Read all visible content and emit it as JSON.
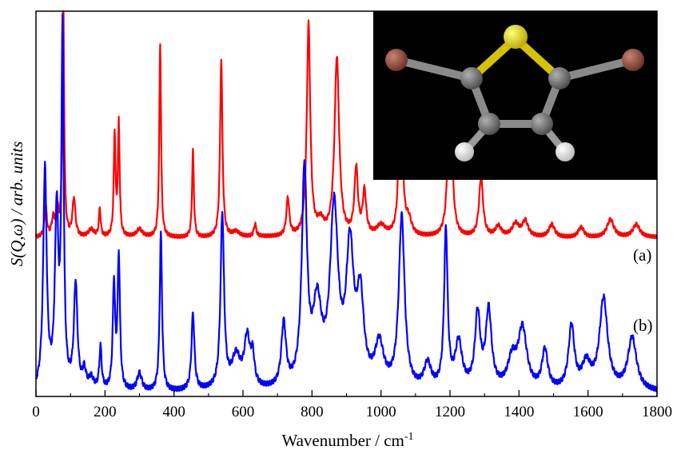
{
  "chart_data": {
    "type": "line",
    "xlabel": "Wavenumber / cm",
    "xlabel_superscript": "-1",
    "ylabel": "S(Q,ω) / arb. units",
    "xlim": [
      0,
      1800
    ],
    "xticks": [
      "0",
      "200",
      "400",
      "600",
      "800",
      "1000",
      "1200",
      "1400",
      "1600",
      "1800"
    ],
    "ylim": [
      0,
      1
    ],
    "yticks_shown": false,
    "grid": false,
    "inset": "molecular model: 2,5-dibromothiophene (S yellow, C grey, Br brown, H white) on black background, top-right",
    "colors": {
      "a": "#ff0000",
      "b": "#0000ff"
    },
    "series": [
      {
        "name": "(a)",
        "baseline": 0.27,
        "peaks": [
          [
            28,
            0.12,
            4
          ],
          [
            50,
            0.07,
            5
          ],
          [
            62,
            0.1,
            4
          ],
          [
            79,
            0.96,
            3
          ],
          [
            110,
            0.15,
            5
          ],
          [
            160,
            0.03,
            10
          ],
          [
            185,
            0.11,
            3
          ],
          [
            228,
            0.4,
            3
          ],
          [
            240,
            0.44,
            3
          ],
          [
            300,
            0.03,
            10
          ],
          [
            360,
            0.76,
            3
          ],
          [
            455,
            0.34,
            3
          ],
          [
            537,
            0.7,
            4
          ],
          [
            580,
            0.02,
            12
          ],
          [
            635,
            0.05,
            4
          ],
          [
            730,
            0.15,
            5
          ],
          [
            790,
            0.83,
            6
          ],
          [
            825,
            0.05,
            12
          ],
          [
            872,
            0.7,
            8
          ],
          [
            928,
            0.26,
            6
          ],
          [
            952,
            0.17,
            6
          ],
          [
            1000,
            0.04,
            15
          ],
          [
            1057,
            0.82,
            5
          ],
          [
            1080,
            0.06,
            10
          ],
          [
            1200,
            0.77,
            6
          ],
          [
            1290,
            0.23,
            7
          ],
          [
            1340,
            0.04,
            10
          ],
          [
            1390,
            0.05,
            12
          ],
          [
            1418,
            0.06,
            10
          ],
          [
            1495,
            0.05,
            10
          ],
          [
            1580,
            0.04,
            10
          ],
          [
            1665,
            0.07,
            12
          ],
          [
            1740,
            0.05,
            12
          ]
        ]
      },
      {
        "name": "(b)",
        "baseline": 0.0,
        "peaks": [
          [
            26,
            0.63,
            6
          ],
          [
            60,
            0.5,
            6
          ],
          [
            77,
            1.0,
            4
          ],
          [
            115,
            0.3,
            6
          ],
          [
            140,
            0.05,
            6
          ],
          [
            160,
            0.03,
            8
          ],
          [
            187,
            0.12,
            4
          ],
          [
            226,
            0.3,
            4
          ],
          [
            240,
            0.38,
            4
          ],
          [
            300,
            0.05,
            8
          ],
          [
            362,
            0.45,
            4
          ],
          [
            455,
            0.22,
            5
          ],
          [
            540,
            0.5,
            6
          ],
          [
            580,
            0.09,
            15
          ],
          [
            612,
            0.14,
            10
          ],
          [
            628,
            0.08,
            6
          ],
          [
            718,
            0.18,
            8
          ],
          [
            778,
            0.61,
            9
          ],
          [
            815,
            0.22,
            15
          ],
          [
            864,
            0.5,
            14
          ],
          [
            910,
            0.38,
            13
          ],
          [
            940,
            0.24,
            12
          ],
          [
            995,
            0.12,
            15
          ],
          [
            1060,
            0.49,
            10
          ],
          [
            1135,
            0.07,
            12
          ],
          [
            1188,
            0.45,
            6
          ],
          [
            1225,
            0.13,
            12
          ],
          [
            1280,
            0.21,
            9
          ],
          [
            1312,
            0.22,
            10
          ],
          [
            1380,
            0.08,
            15
          ],
          [
            1410,
            0.17,
            15
          ],
          [
            1475,
            0.11,
            10
          ],
          [
            1552,
            0.18,
            10
          ],
          [
            1595,
            0.07,
            15
          ],
          [
            1645,
            0.26,
            14
          ],
          [
            1728,
            0.15,
            15
          ]
        ]
      }
    ]
  }
}
